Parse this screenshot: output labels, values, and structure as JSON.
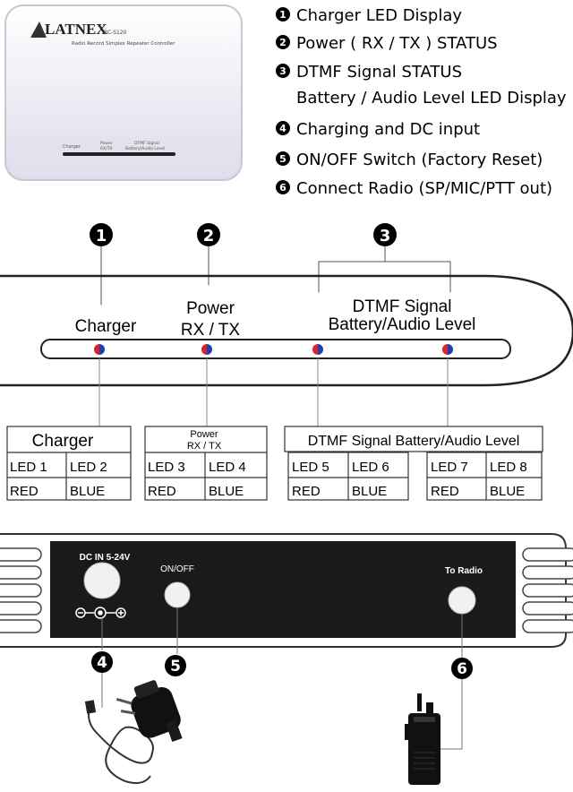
{
  "device": {
    "brand": "LATNEX",
    "model": "RC-S120",
    "subtitle": "Radio Record Simplex Repeater Controller",
    "label_charger": "Charger",
    "label_power": "Power",
    "label_power2": "RX/TX",
    "label_dtmf": "DTMF Signal",
    "label_dtmf2": "Battery/Audio Level"
  },
  "legend": {
    "items": [
      {
        "num": "1",
        "text": "Charger LED Display"
      },
      {
        "num": "2",
        "text": "Power ( RX / TX ) STATUS"
      },
      {
        "num": "3",
        "text": "DTMF Signal STATUS"
      },
      {
        "num": "",
        "text": "Battery / Audio Level LED Display"
      },
      {
        "num": "4",
        "text": "Charging and DC input"
      },
      {
        "num": "5",
        "text": "ON/OFF Switch (Factory Reset)"
      },
      {
        "num": "6",
        "text": "Connect  Radio (SP/MIC/PTT out)"
      }
    ]
  },
  "front_panel": {
    "callouts": [
      "1",
      "2",
      "3"
    ],
    "label_charger": "Charger",
    "label_power_1": "Power",
    "label_power_2": "RX / TX",
    "label_dtmf_1": "DTMF Signal",
    "label_dtmf_2": "Battery/Audio Level"
  },
  "led_tables": {
    "charger": {
      "title": "Charger",
      "leds": [
        "LED 1",
        "LED 2"
      ],
      "colors": [
        "RED",
        "BLUE"
      ]
    },
    "power": {
      "title_1": "Power",
      "title_2": "RX / TX",
      "leds": [
        "LED 3",
        "LED 4"
      ],
      "colors": [
        "RED",
        "BLUE"
      ]
    },
    "dtmf": {
      "title": "DTMF Signal Battery/Audio Level",
      "leds_a": [
        "LED 5",
        "LED 6"
      ],
      "colors_a": [
        "RED",
        "BLUE"
      ],
      "leds_b": [
        "LED 7",
        "LED 8"
      ],
      "colors_b": [
        "RED",
        "BLUE"
      ]
    }
  },
  "back_panel": {
    "dc_label": "DC IN 5-24V",
    "polarity": "⊖-◐-⊕",
    "onoff_label": "ON/OFF",
    "radio_label": "To Radio",
    "callouts": [
      "4",
      "5",
      "6"
    ]
  },
  "colors": {
    "led_red": "#d9242b",
    "led_blue": "#1f3fae",
    "panel_dark": "#1a1a1a"
  }
}
